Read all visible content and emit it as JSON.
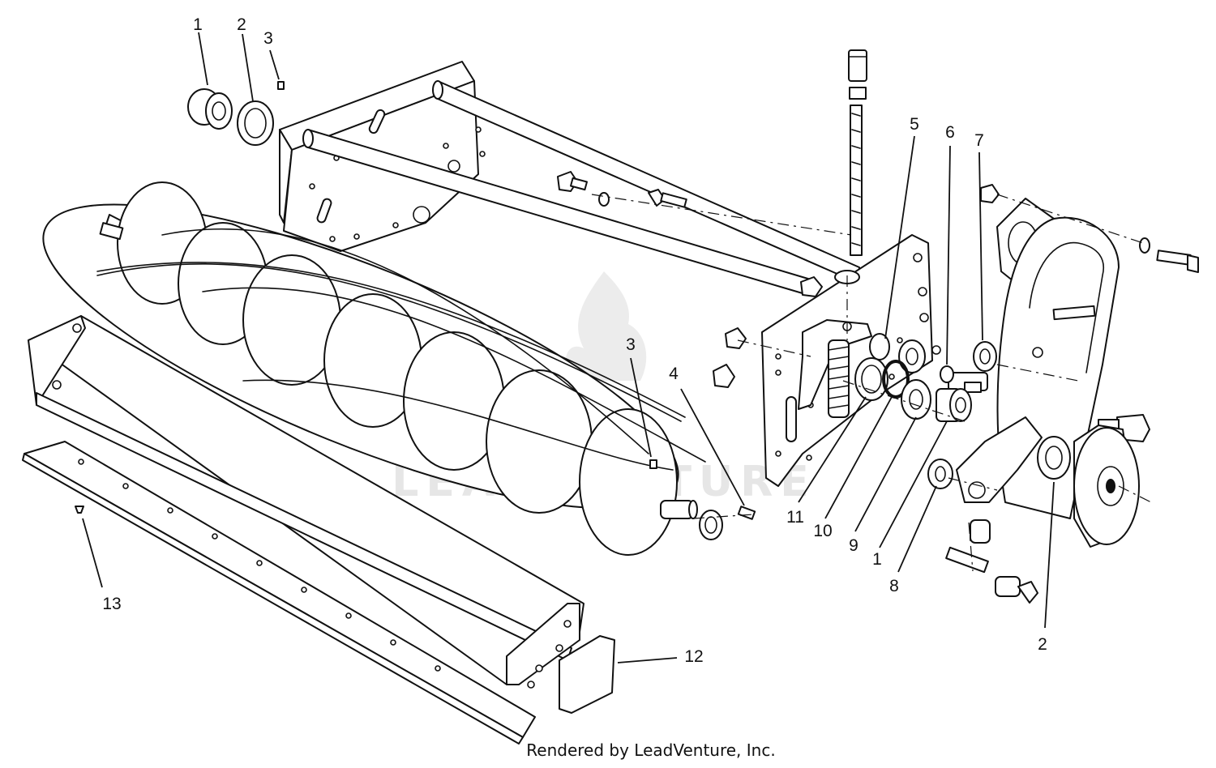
{
  "diagram": {
    "callouts": [
      {
        "id": "c1a",
        "label": "1"
      },
      {
        "id": "c2a",
        "label": "2"
      },
      {
        "id": "c3a",
        "label": "3"
      },
      {
        "id": "c5",
        "label": "5"
      },
      {
        "id": "c6",
        "label": "6"
      },
      {
        "id": "c7",
        "label": "7"
      },
      {
        "id": "c3b",
        "label": "3"
      },
      {
        "id": "c4",
        "label": "4"
      },
      {
        "id": "c11",
        "label": "11"
      },
      {
        "id": "c10",
        "label": "10"
      },
      {
        "id": "c9",
        "label": "9"
      },
      {
        "id": "c1b",
        "label": "1"
      },
      {
        "id": "c8",
        "label": "8"
      },
      {
        "id": "c2b",
        "label": "2"
      },
      {
        "id": "c13",
        "label": "13"
      },
      {
        "id": "c12",
        "label": "12"
      }
    ],
    "watermark": "LEADVENTURE",
    "credit": "Rendered by LeadVenture, Inc."
  }
}
